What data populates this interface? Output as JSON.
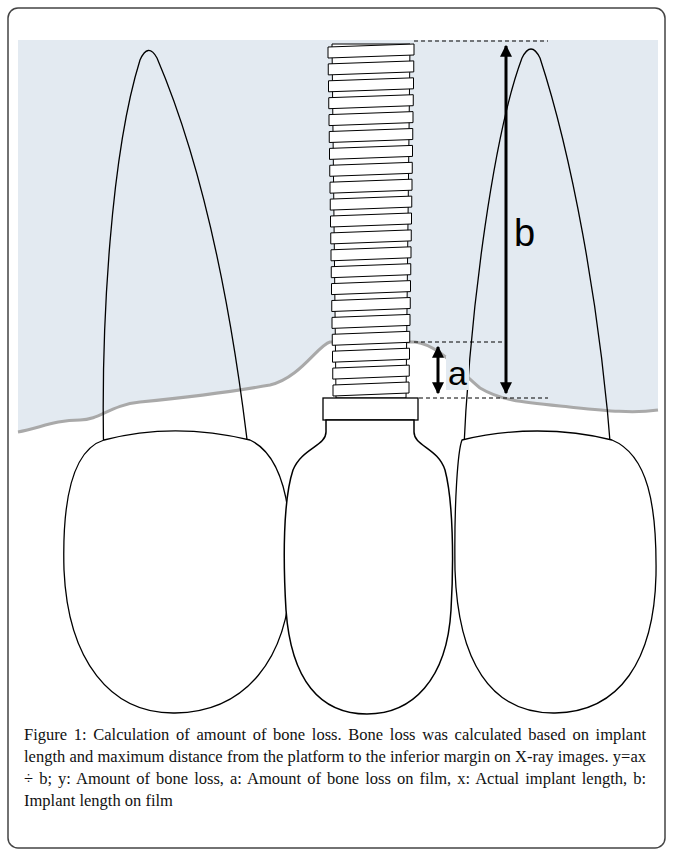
{
  "diagram": {
    "caption": "Figure 1: Calculation of amount of bone loss. Bone loss was calculated based on implant length and maximum distance from the platform to the inferior margin on X-ray images. y=ax ÷ b; y: Amount of bone loss, a: Amount of bone loss on film, x: Actual implant length, b: Implant length on film",
    "labels": [
      "b",
      "a"
    ]
  }
}
